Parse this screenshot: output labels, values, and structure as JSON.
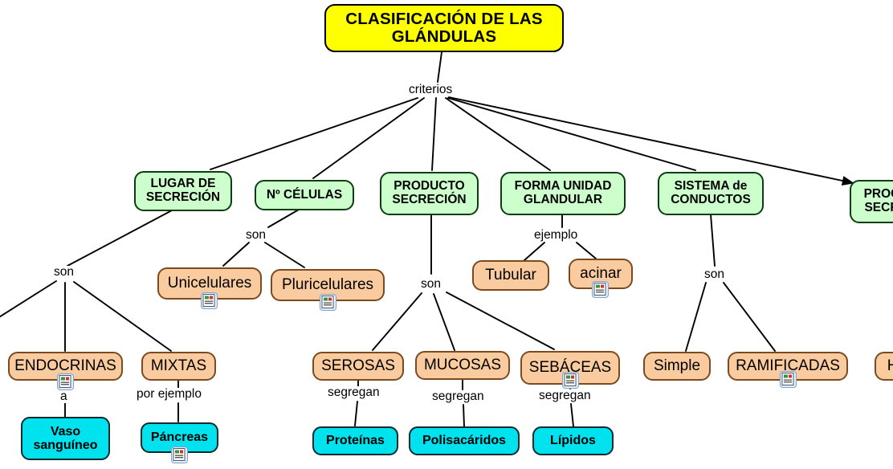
{
  "diagram": {
    "title": "CLASIFICACIÓN DE LAS GLÁNDULAS",
    "type": "concept-map",
    "colors": {
      "root_fill": "#FFFF00",
      "root_border": "#000000",
      "criteria_fill": "#CCFFCC",
      "criteria_border": "#0A3D12",
      "category_fill": "#FACB9E",
      "category_border": "#7A4A21",
      "substance_fill": "#00E2EE",
      "substance_border": "#0A2A2E",
      "link_color": "#000000",
      "icon_border": "#7AA3D4"
    }
  },
  "nodes": {
    "root": {
      "label": "CLASIFICACIÓN DE LAS\nGLÁNDULAS"
    },
    "lugar": {
      "label": "LUGAR DE\nSECRECIÓN"
    },
    "celulas": {
      "label": "Nº CÉLULAS"
    },
    "producto": {
      "label": "PRODUCTO\nSECRECIÓN"
    },
    "forma": {
      "label": "FORMA UNIDAD\nGLANDULAR"
    },
    "sistema": {
      "label": "SISTEMA de\nCONDUCTOS"
    },
    "proceso_cut": {
      "label": "PROC\nSECR"
    },
    "unicelulares": {
      "label": "Unicelulares"
    },
    "pluricelulares": {
      "label": "Pluricelulares"
    },
    "tubular": {
      "label": "Tubular"
    },
    "acinar": {
      "label": "acinar"
    },
    "endocrinas": {
      "label": "ENDOCRINAS"
    },
    "mixtas": {
      "label": "MIXTAS"
    },
    "serosas": {
      "label": "SEROSAS"
    },
    "mucosas": {
      "label": "MUCOSAS"
    },
    "sebaceas": {
      "label": "SEBÁCEAS"
    },
    "simple": {
      "label": "Simple"
    },
    "ramificadas": {
      "label": "RAMIFICADAS"
    },
    "holocrinas_cut": {
      "label": "HO"
    },
    "vaso": {
      "label": "Vaso\nsanguíneo"
    },
    "pancreas": {
      "label": "Páncreas"
    },
    "proteinas": {
      "label": "Proteínas"
    },
    "polisacaridos": {
      "label": "Polisacáridos"
    },
    "lipidos": {
      "label": "Lípidos"
    }
  },
  "link_labels": {
    "criterios": "criterios",
    "son_lugar": "son",
    "son_celulas": "son",
    "son_producto": "son",
    "ejemplo_forma": "ejemplo",
    "son_sistema": "son",
    "a_endocrinas": "a",
    "por_ejemplo_mixtas": "por ejemplo",
    "segregan_serosas": "segregan",
    "segregan_mucosas": "segregan",
    "segregan_sebaceas": "segregan"
  },
  "icons": {
    "attachment": "document-image-icon"
  }
}
